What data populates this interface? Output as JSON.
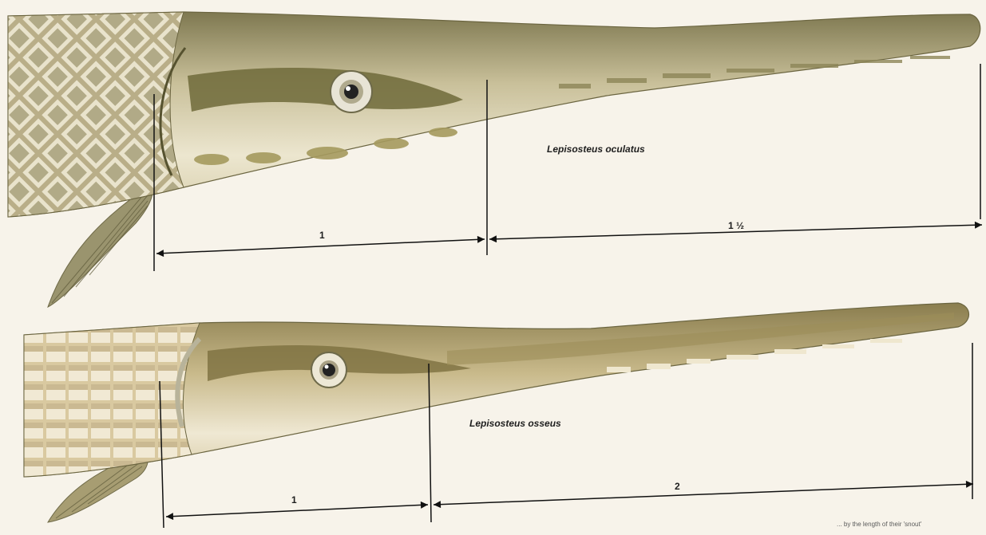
{
  "figure": {
    "top_fish": {
      "species": "Lepisosteus oculatus",
      "head_measure_label": "1",
      "snout_measure_label": "1 ½"
    },
    "bottom_fish": {
      "species": "Lepisosteus osseus",
      "head_measure_label": "1",
      "snout_measure_label": "2"
    },
    "caption_fragment": "... by the length of their 'snout'"
  },
  "colors": {
    "background": "#f7f3ea",
    "fish_body": "#d9d0a8",
    "fish_dark": "#6f6a3a",
    "fish_back": "#8f8758",
    "line": "#111111"
  }
}
